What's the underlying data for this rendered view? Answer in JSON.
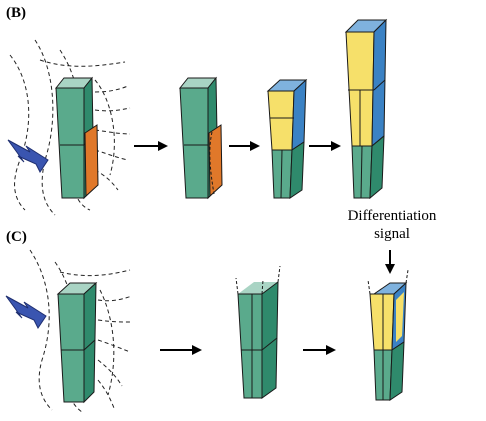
{
  "panels": {
    "b_label": "(B)",
    "c_label": "(C)"
  },
  "signal": {
    "line1": "Differentiation",
    "line2": "signal"
  },
  "colors": {
    "stem_face": "#5aaa8c",
    "stem_side": "#2f8a6c",
    "stem_top": "#a9d4c4",
    "yellow_face": "#f6e06a",
    "yellow_side": "#e2c23e",
    "blue_face": "#3b82c4",
    "blue_top": "#7fb2de",
    "orange": "#e0782a",
    "lightning": "#3a55b0",
    "outline": "#1a1a1a"
  },
  "icons": [
    "lightning-bolt-icon",
    "arrow-right-icon",
    "arrow-down-icon"
  ]
}
